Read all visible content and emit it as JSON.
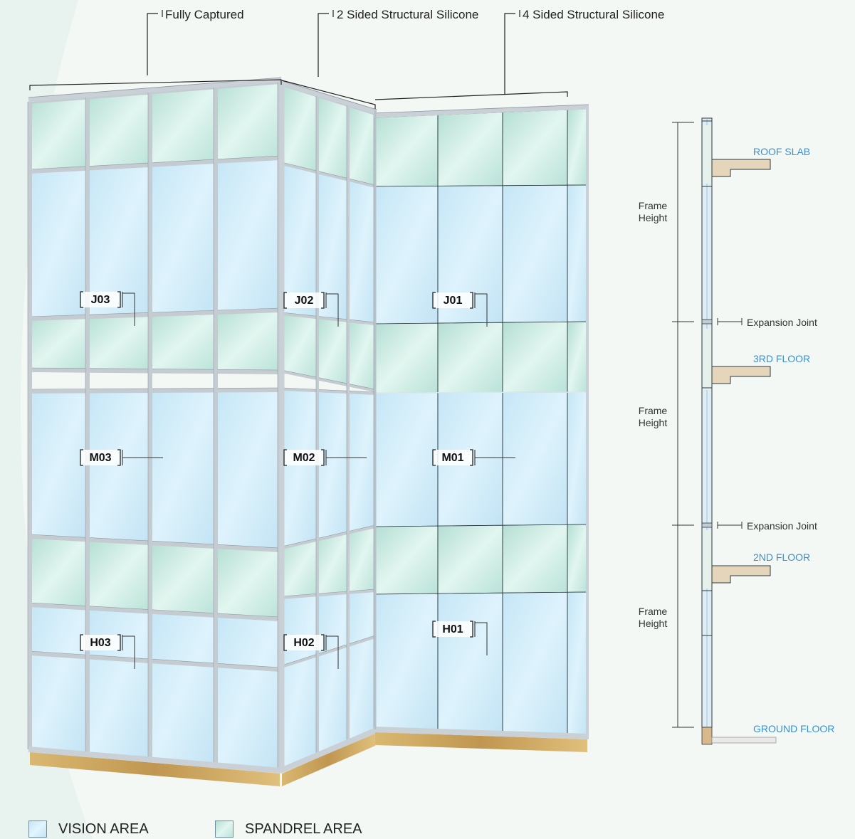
{
  "colors": {
    "vision": "#cfeaf7",
    "spandrel": "#cdeee6",
    "frame": "#c4ccd2",
    "base": "#c8a45e",
    "floor_label": "#3b8fd0",
    "text": "#222222",
    "line": "#333333",
    "background": "#f3f8f4"
  },
  "top_labels": [
    "Fully Captured",
    "2 Sided Structural Silicone",
    "4 Sided Structural Silicone"
  ],
  "units": {
    "J03": "J03",
    "J02": "J02",
    "J01": "J01",
    "M03": "M03",
    "M02": "M02",
    "M01": "M01",
    "H03": "H03",
    "H02": "H02",
    "H01": "H01"
  },
  "section": {
    "floors": [
      "ROOF SLAB",
      "3RD FLOOR",
      "2ND FLOOR",
      "GROUND FLOOR"
    ],
    "dimension_label": [
      "Frame",
      "Height"
    ],
    "joint_label": "Expansion Joint"
  },
  "legend": [
    {
      "label": "VISION AREA",
      "swatch": "#cfeaf7"
    },
    {
      "label": "SPANDREL AREA",
      "swatch": "#cdeee6"
    }
  ]
}
